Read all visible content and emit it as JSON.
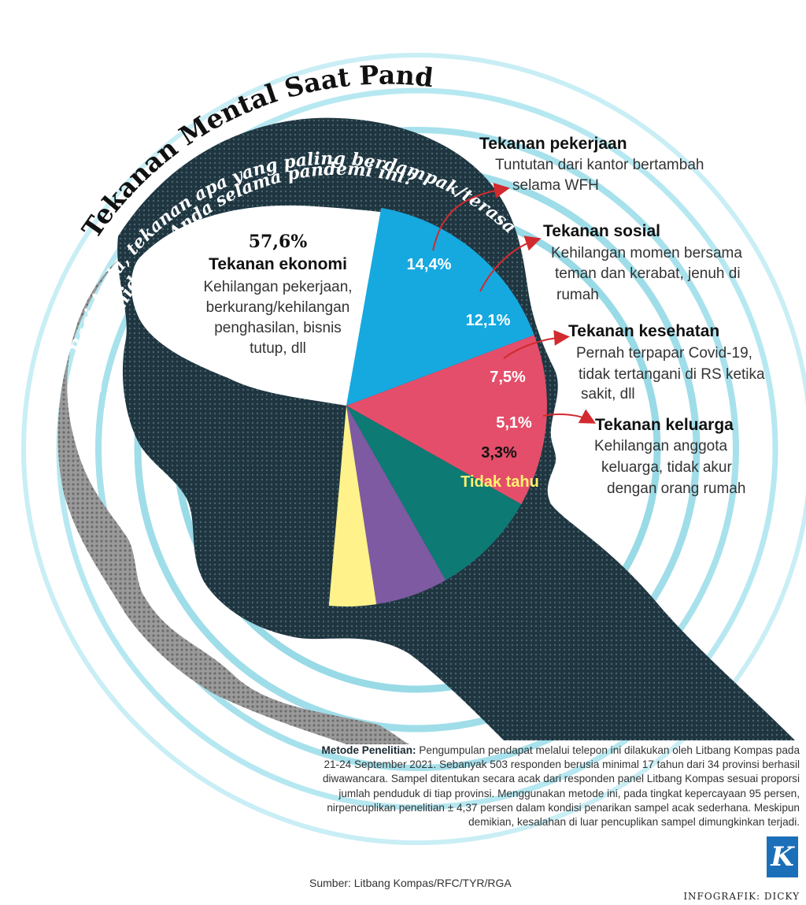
{
  "title": "Tekanan Mental Saat Pandemi",
  "question": [
    "Bagi Anda, tekanan apa yang paling berdampak/terasa",
    "dalam kehidupan Anda selama pandemi ini?"
  ],
  "chart_data": {
    "type": "pie",
    "categories": [
      "Tekanan ekonomi",
      "Tekanan pekerjaan",
      "Tekanan sosial",
      "Tekanan kesehatan",
      "Tekanan keluarga",
      "Tidak tahu"
    ],
    "values": [
      57.6,
      14.4,
      12.1,
      7.5,
      5.1,
      3.3
    ],
    "value_labels": [
      "57,6%",
      "14,4%",
      "12,1%",
      "7,5%",
      "5,1%",
      "3,3%"
    ],
    "colors": [
      "#ffffff",
      "#16a9e0",
      "#e44e6a",
      "#0d7a74",
      "#7e5aa3",
      "#fff28a"
    ],
    "descriptions": [
      [
        "Kehilangan pekerjaan,",
        "berkurang/kehilangan",
        "penghasilan, bisnis",
        "tutup, dll"
      ],
      [
        "Tuntutan dari kantor bertambah",
        "selama WFH"
      ],
      [
        "Kehilangan momen bersama",
        "teman dan kerabat, jenuh di",
        "rumah"
      ],
      [
        "Pernah terpapar Covid-19,",
        "tidak tertangani di RS ketika",
        "sakit, dll"
      ],
      [
        "Kehilangan anggota",
        "keluarga, tidak akur",
        "dengan orang rumah"
      ],
      []
    ]
  },
  "method": {
    "label": "Metode Penelitian:",
    "text": "Pengumpulan pendapat melalui telepon ini dilakukan oleh Litbang Kompas pada 21-24 September 2021. Sebanyak 503 responden berusia minimal 17 tahun dari 34 provinsi berhasil diwawancara. Sampel ditentukan secara acak dari responden panel Litbang Kompas sesuai proporsi jumlah penduduk di tiap provinsi. Menggunakan metode ini, pada tingkat kepercayaan 95 persen, nirpencuplikan penelitian ± 4,37 persen dalam kondisi penarikan sampel acak sederhana. Meskipun demikian, kesalahan di luar pencuplikan sampel dimungkinkan terjadi."
  },
  "source": "Sumber: Litbang Kompas/RFC/TYR/RGA",
  "credit": "INFOGRAFIK: DICKY",
  "logo_letter": "K",
  "colors": {
    "head": "#1f3641",
    "head_shadow": "#8f8f8f",
    "rings": "#aee6f0",
    "arrow": "#d22a2f",
    "tidak_tahu_label": "#fff170"
  }
}
